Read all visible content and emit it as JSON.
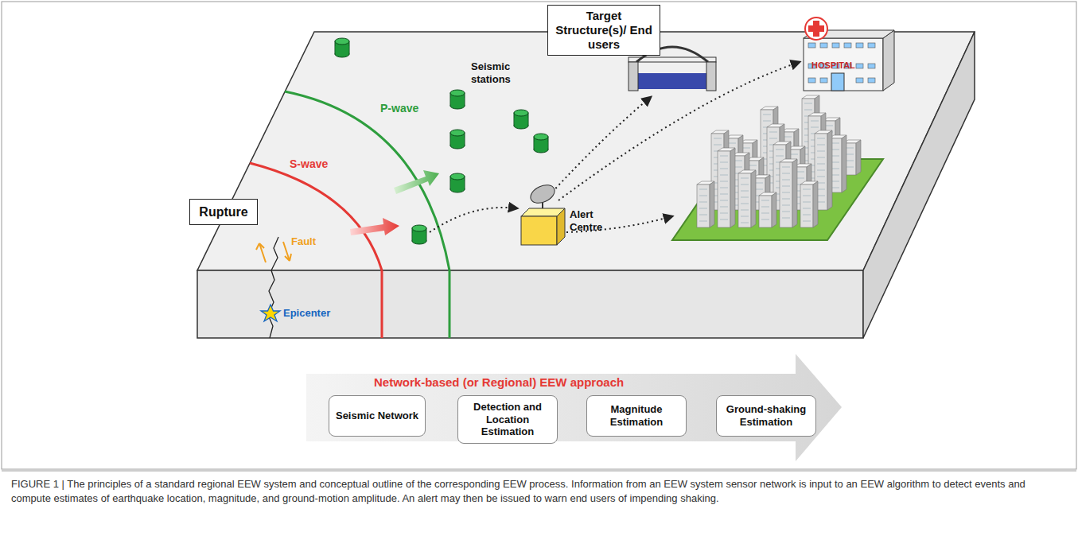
{
  "diagram": {
    "caption": "FIGURE 1 | The principles of a standard regional EEW system and conceptual outline of the corresponding EEW process. Information from an EEW system sensor network is input to an EEW algorithm to detect events and compute estimates of earthquake location, magnitude, and ground-motion amplitude. An alert may then be issued to warn end users of impending shaking.",
    "nodes": [
      {
        "text": [
          "Rupture"
        ]
      },
      {
        "text": [
          "Target Structure(s)/ End users"
        ]
      },
      {
        "text": [
          "Seismic Network"
        ]
      },
      {
        "text": [
          "Detection and Location Estimation"
        ]
      },
      {
        "text": [
          "Magnitude Estimation"
        ]
      },
      {
        "text": [
          "Ground-shaking Estimation"
        ]
      }
    ],
    "labels": [
      "Seismic stations",
      "P-wave",
      "S-wave",
      "Fault",
      "Epicenter",
      "Alert Centre",
      "HOSPITAL",
      "Network-based (or Regional) EEW approach"
    ]
  }
}
